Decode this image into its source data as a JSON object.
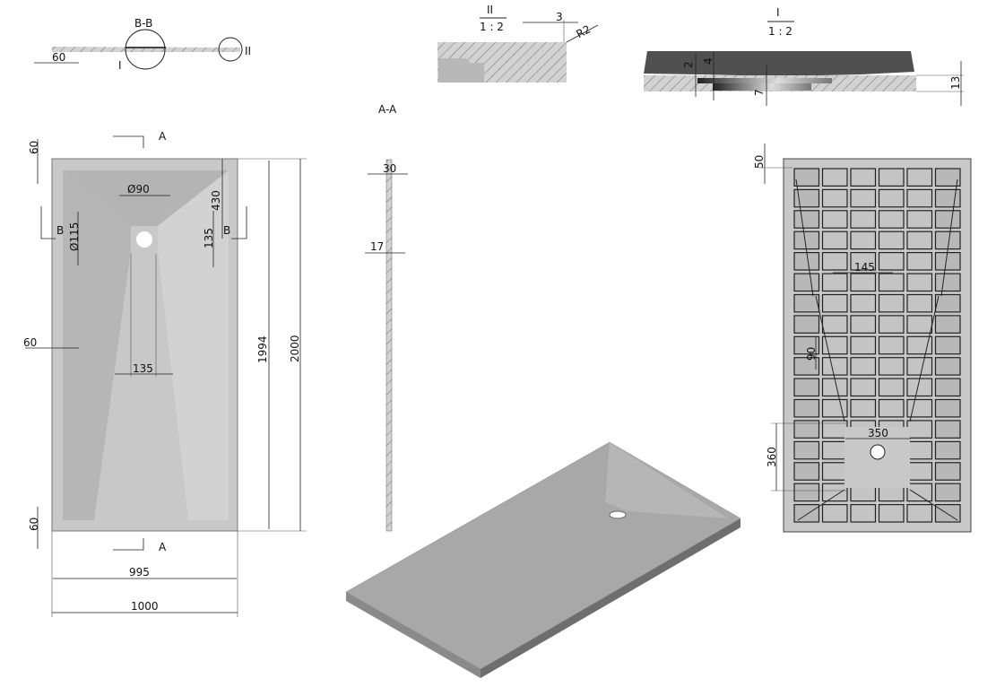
{
  "colors": {
    "part": "#c8c8c8",
    "part_dark": "#b4b4b4",
    "part_light": "#d4d4d4",
    "section_dark": "#505050",
    "line": "#222222"
  },
  "section_bb": {
    "label": "B-B",
    "detail_i": "I",
    "detail_ii": "II",
    "dim_60": "60"
  },
  "detail_ii": {
    "label": "II",
    "scale": "1 : 2",
    "dim_3": "3",
    "dim_r2": "R2"
  },
  "detail_i": {
    "label": "I",
    "scale": "1 : 2",
    "dim_2": "2",
    "dim_4": "4",
    "dim_7": "7",
    "dim_13": "13"
  },
  "section_aa": {
    "label": "A-A",
    "dim_30": "30",
    "dim_17": "17"
  },
  "front_view": {
    "section_a_top": "A",
    "section_a_bottom": "A",
    "section_b_left": "B",
    "section_b_right": "B",
    "dim_top_60": "60",
    "dim_drain_dia": "Ø90",
    "dim_430": "430",
    "dim_outlet_dia": "Ø115",
    "dim_135_right": "135",
    "dim_135_bottom": "135",
    "dim_side_60": "60",
    "dim_bottom_60": "60",
    "dim_1994": "1994",
    "dim_2000": "2000",
    "dim_995": "995",
    "dim_1000": "1000"
  },
  "bottom_view": {
    "dim_50": "50",
    "dim_145": "145",
    "dim_90": "90",
    "dim_350": "350",
    "dim_360": "360",
    "grid_columns": 6,
    "grid_rows": 17
  }
}
